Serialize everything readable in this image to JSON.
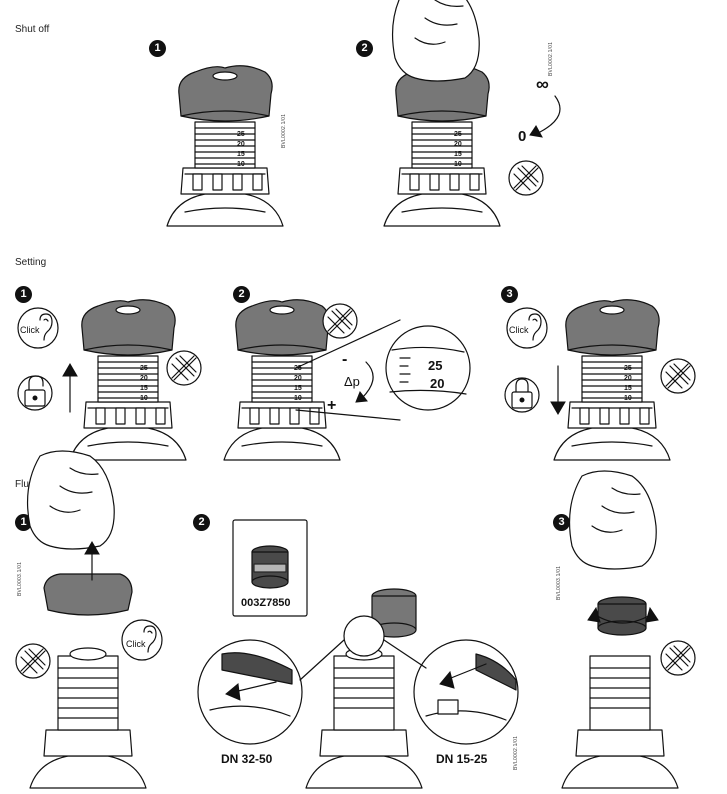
{
  "sections": {
    "shutoff": {
      "title": "Shut off",
      "step1": "1",
      "step2": "2",
      "code1": "BVL0002.1/01",
      "code2": "BVL0002.1/01",
      "infinity": "∞",
      "zero": "0"
    },
    "setting": {
      "title": "Setting",
      "step1": "1",
      "step2": "2",
      "step3": "3",
      "click": "Click",
      "minus": "-",
      "plus": "+",
      "dp": "Δp",
      "scale_a": "25",
      "scale_b": "20"
    },
    "flushing": {
      "title": "Flushing",
      "step1": "1",
      "step2": "2",
      "step3": "3",
      "click": "Click",
      "part_no": "003Z7850",
      "dn_left": "DN 32-50",
      "dn_right": "DN 15-25",
      "code1": "BVL0003.1/01",
      "code2": "BVL0002.1/01",
      "code3": "BVL0003.1/01"
    }
  },
  "scale": {
    "s25": "25",
    "s20": "20",
    "s15": "15",
    "s10": "10"
  },
  "icons": [
    "tool-forbidden-icon",
    "ear-icon",
    "padlock-open-icon",
    "padlock-closed-icon",
    "arrow-up-icon",
    "arrow-down-icon",
    "rotate-arrow-icon"
  ]
}
